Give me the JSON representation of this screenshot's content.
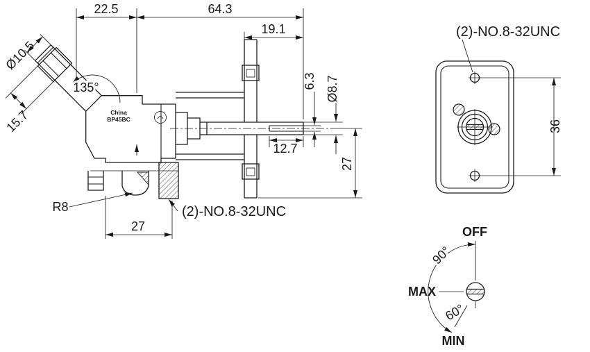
{
  "colors": {
    "background": "#ffffff",
    "line": "#1a1a1a"
  },
  "main_view": {
    "dim_width_left": "22.5",
    "dim_width_right": "64.3",
    "dim_bracket_offset": "19.1",
    "dim_inlet_bore": "Ø10.5",
    "dim_inlet_angle": "135°",
    "dim_inlet_length": "15.7",
    "marking": {
      "line1": "China",
      "line2": "BP45BC"
    },
    "dim_stem_flat": "6.3",
    "dim_stem_dia": "Ø8.7",
    "dim_stem_slot": "12.7",
    "dim_height": "27",
    "dim_outlet_radius": "R8",
    "dim_outlet_width": "27",
    "thread_note": "(2)-NO.8-32UNC"
  },
  "rear_view": {
    "thread_note": "(2)-NO.8-32UNC",
    "dim_hole_spacing": "36"
  },
  "rotation_diagram": {
    "off": "OFF",
    "angle_off_to_max": "90°",
    "max": "MAX",
    "angle_max_to_min": "60°",
    "min": "MIN"
  }
}
